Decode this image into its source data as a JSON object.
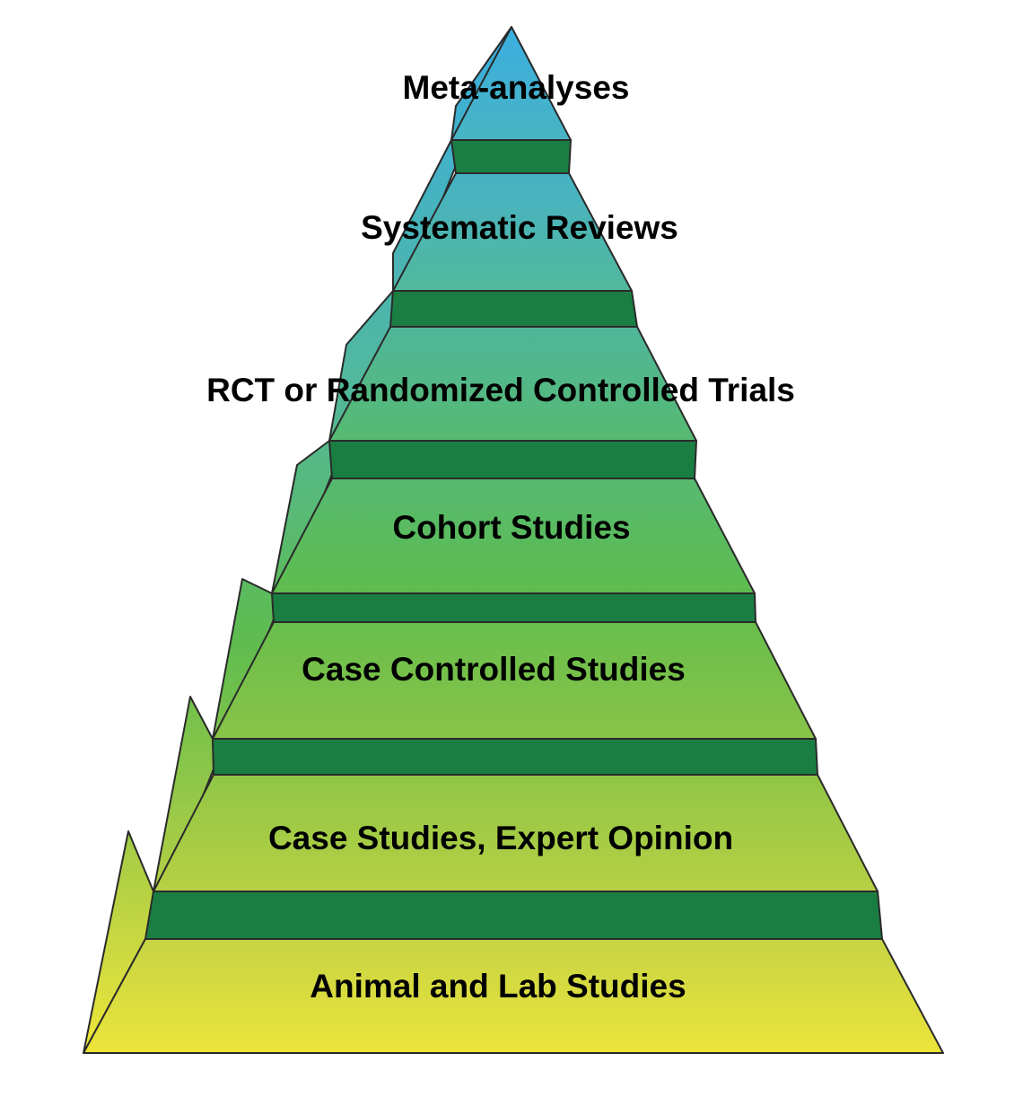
{
  "diagram": {
    "type": "pyramid",
    "levels": [
      {
        "id": "meta-analyses",
        "label": "Meta-analyses",
        "color_top": "#3aaee0",
        "color_bottom": "#48b4c4"
      },
      {
        "id": "systematic-reviews",
        "label": "Systematic Reviews",
        "color_top": "#46b2c6",
        "color_bottom": "#52b89c"
      },
      {
        "id": "rct",
        "label": "RCT or Randomized Controlled Trials",
        "color_top": "#50b69a",
        "color_bottom": "#56ba72"
      },
      {
        "id": "cohort-studies",
        "label": "Cohort Studies",
        "color_top": "#56ba70",
        "color_bottom": "#5ebc4e"
      },
      {
        "id": "case-controlled-studies",
        "label": "Case Controlled Studies",
        "color_top": "#68be4c",
        "color_bottom": "#88c448"
      },
      {
        "id": "case-studies-expert-opinion",
        "label": "Case Studies, Expert Opinion",
        "color_top": "#90c646",
        "color_bottom": "#b6d044"
      },
      {
        "id": "animal-lab-studies",
        "label": "Animal and Lab Studies",
        "color_top": "#c6d444",
        "color_bottom": "#ece43a"
      }
    ],
    "band_color": "#1a7e42",
    "side_color_top": "#3aaee0",
    "side_color_bottom": "#f0e63a"
  }
}
